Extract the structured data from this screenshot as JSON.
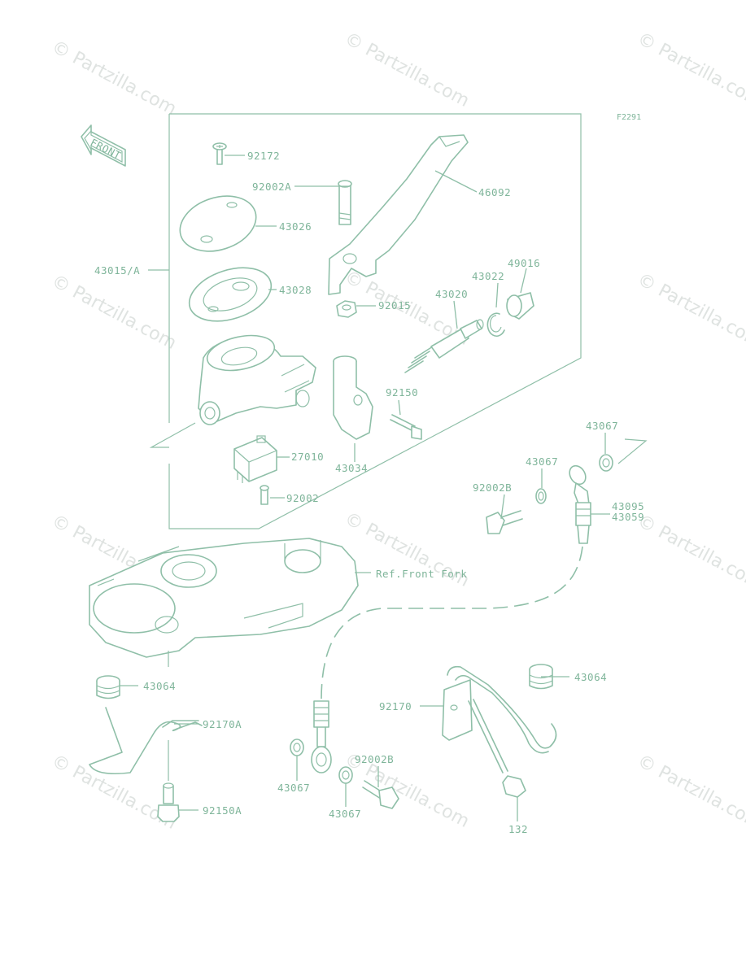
{
  "figure_id": "F2291",
  "watermark": "© Partzilla.com",
  "front_label": "FRONT",
  "colors": {
    "line": "#8fbfa8",
    "label": "#7fb59a",
    "watermark": "#dfe3e1"
  },
  "labels": {
    "p92172": "92172",
    "p92002A": "92002A",
    "p46092": "46092",
    "p43026": "43026",
    "p43015A": "43015/A",
    "p43028": "43028",
    "p43022": "43022",
    "p49016": "49016",
    "p92015": "92015",
    "p43020": "43020",
    "p92150": "92150",
    "p27010": "27010",
    "p43034": "43034",
    "p92002": "92002",
    "p43067a": "43067",
    "p43067b": "43067",
    "p92002Ba": "92002B",
    "p43095": "43095",
    "p43059": "43059",
    "ref_fork": "Ref.Front Fork",
    "p43064a": "43064",
    "p43064b": "43064",
    "p92170A": "92170A",
    "p92170": "92170",
    "p92150A": "92150A",
    "p43067c": "43067",
    "p43067d": "43067",
    "p92002Bb": "92002B",
    "p132": "132"
  }
}
